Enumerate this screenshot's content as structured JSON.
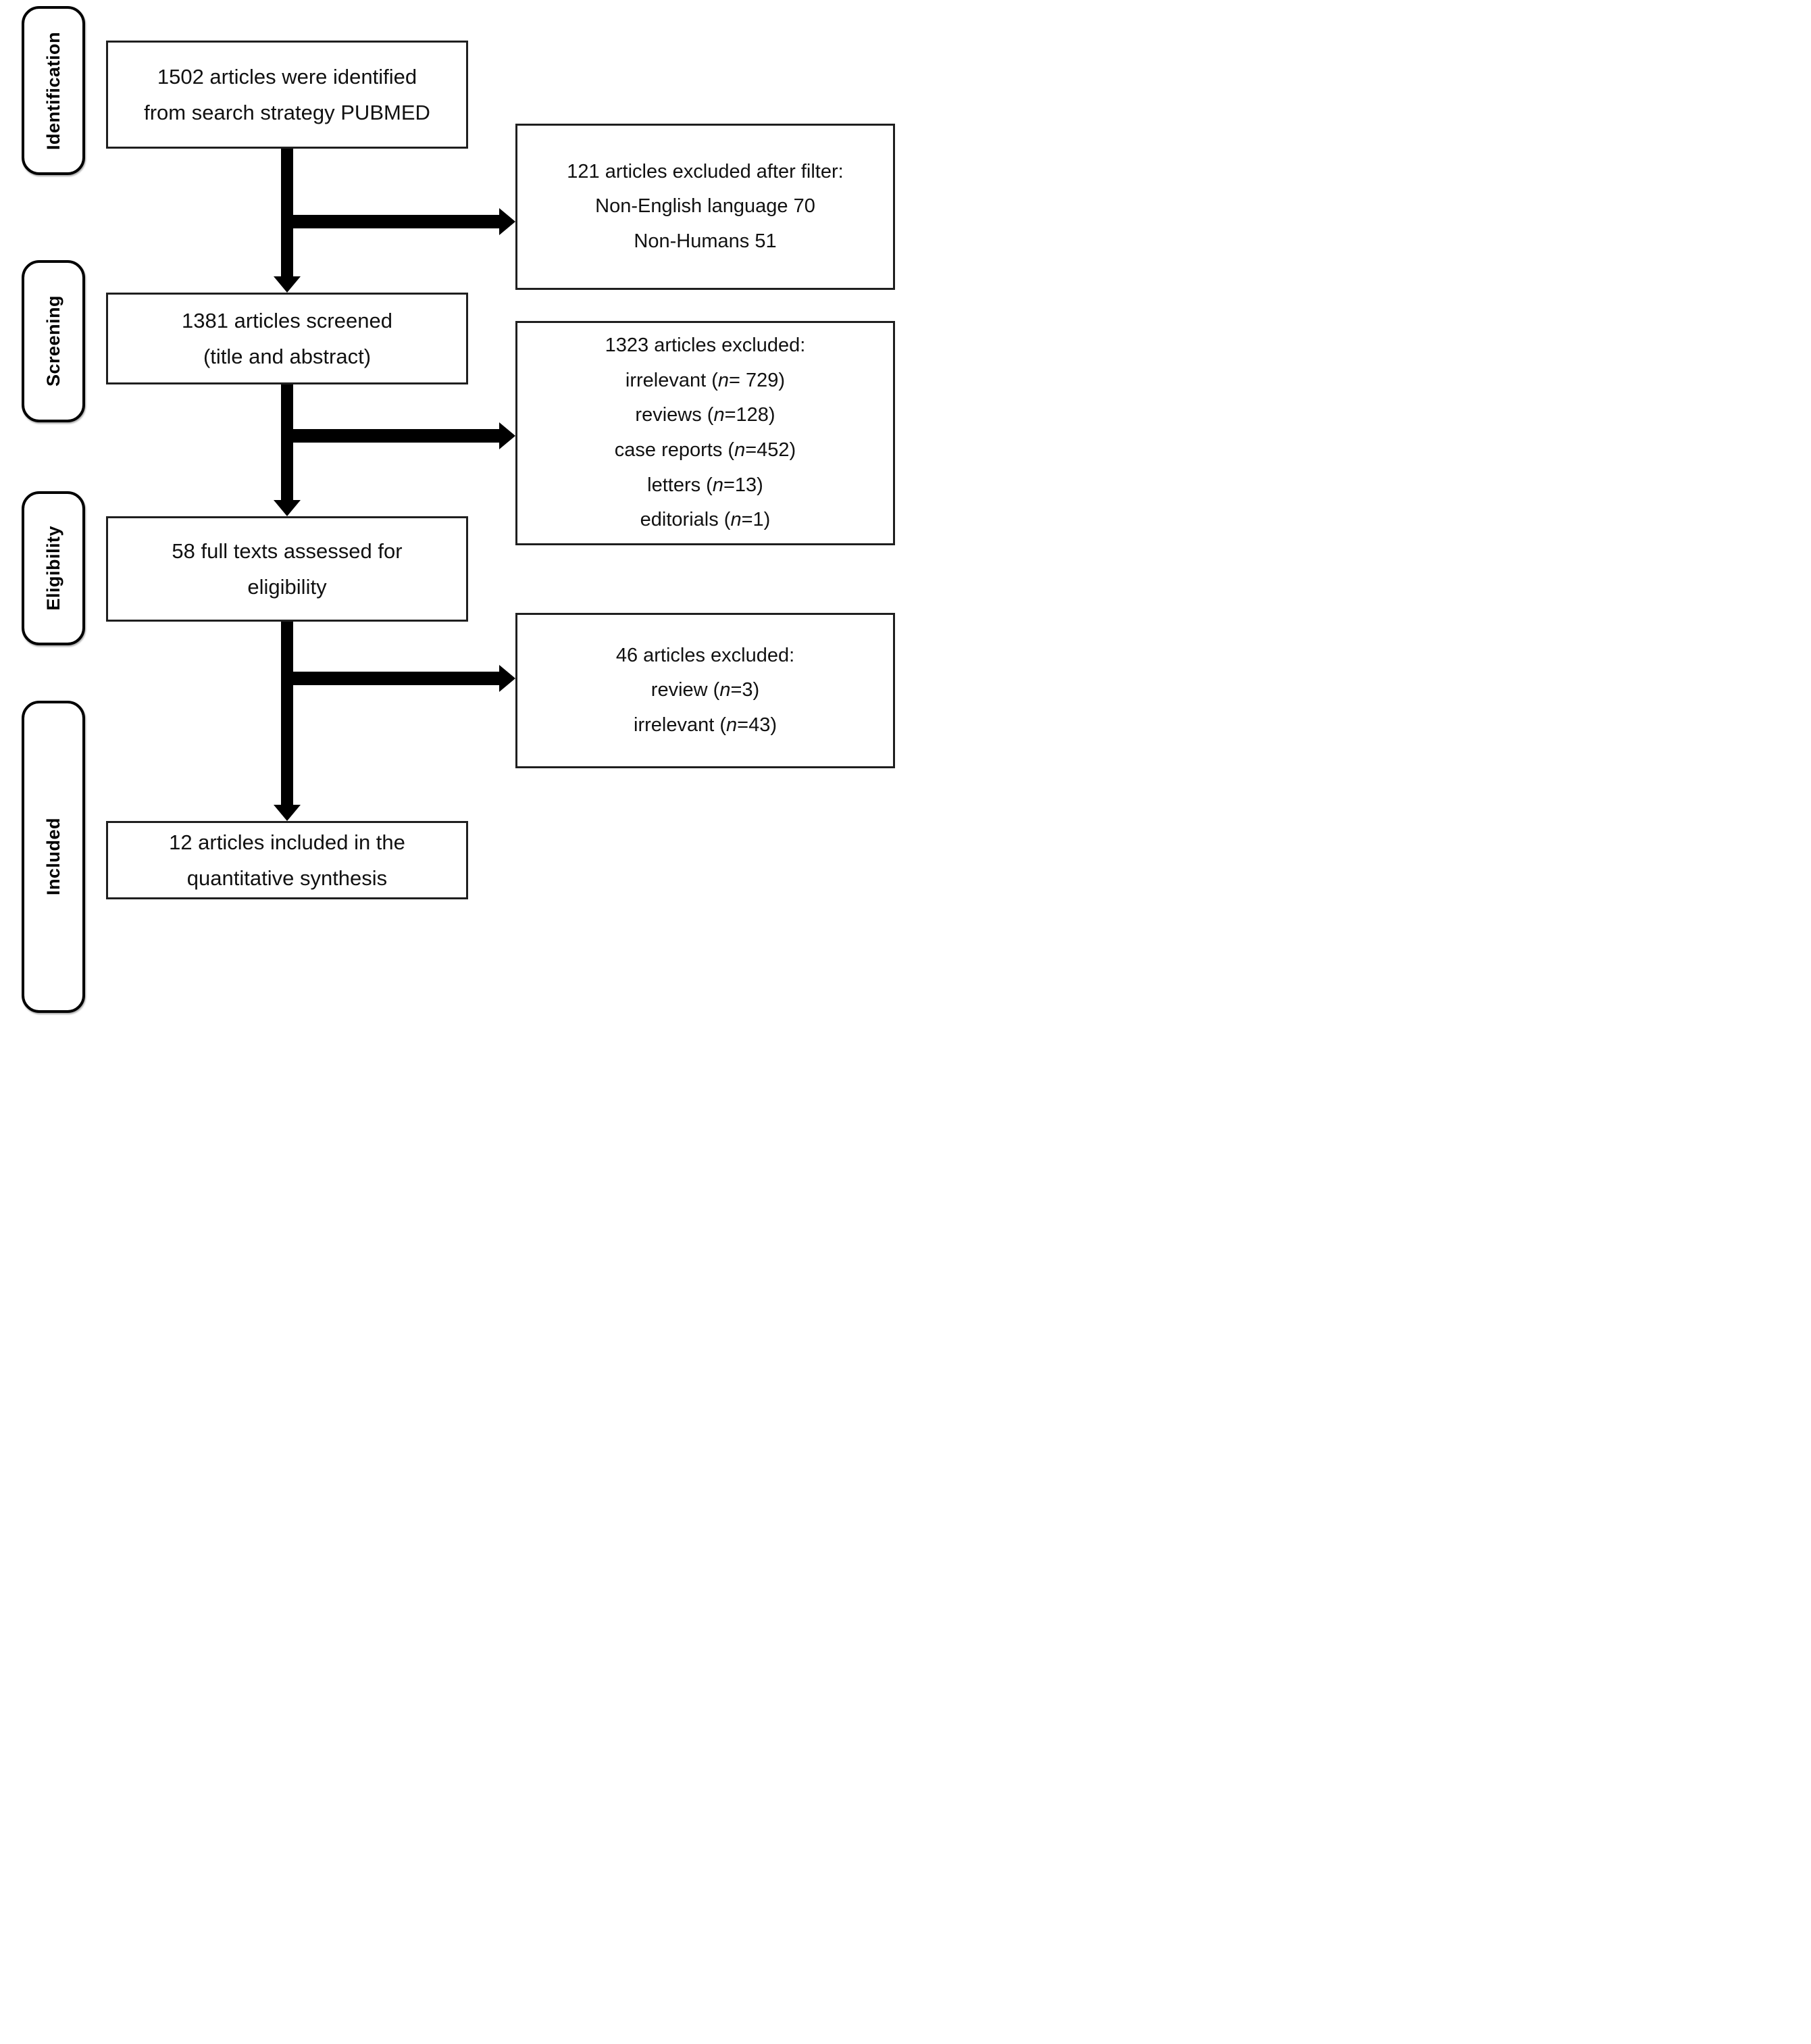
{
  "colors": {
    "ink": "#000000",
    "box_border": "#1f1f1f",
    "text": "#111111",
    "background": "#ffffff"
  },
  "stages": {
    "identification": "Identification",
    "screening": "Screening",
    "eligibility": "Eligibility",
    "included": "Included"
  },
  "flow_boxes": {
    "identified": "1502 articles were identified\nfrom search strategy PUBMED",
    "screened": "1381 articles screened\n(title and abstract)",
    "assessed": "58 full texts assessed for\neligibility",
    "included": "12 articles included in the\nquantitative synthesis"
  },
  "exclusion_boxes": {
    "after_filter": {
      "title": "121 articles excluded after filter:",
      "reasons": [
        "Non-English language 70",
        "Non-Humans 51"
      ]
    },
    "screening": {
      "title": "1323 articles excluded:",
      "reasons": [
        {
          "pre": "irrelevant (",
          "n": "n",
          "post": "= 729)"
        },
        {
          "pre": "reviews (",
          "n": "n",
          "post": "=128)"
        },
        {
          "pre": "case reports (",
          "n": "n",
          "post": "=452)"
        },
        {
          "pre": "letters (",
          "n": "n",
          "post": "=13)"
        },
        {
          "pre": "editorials (",
          "n": "n",
          "post": "=1)"
        }
      ]
    },
    "full_text": {
      "title": "46 articles excluded:",
      "reasons": [
        {
          "pre": "review (",
          "n": "n",
          "post": "=3)"
        },
        {
          "pre": "irrelevant (",
          "n": "n",
          "post": "=43)"
        }
      ]
    }
  },
  "connections": [
    {
      "from": "identified",
      "to": "screened",
      "type": "down"
    },
    {
      "from": "identified",
      "to": "after_filter",
      "type": "branch-right"
    },
    {
      "from": "screened",
      "to": "assessed",
      "type": "down"
    },
    {
      "from": "screened",
      "to": "screening",
      "type": "branch-right"
    },
    {
      "from": "assessed",
      "to": "included",
      "type": "down"
    },
    {
      "from": "assessed",
      "to": "full_text",
      "type": "branch-right"
    }
  ]
}
